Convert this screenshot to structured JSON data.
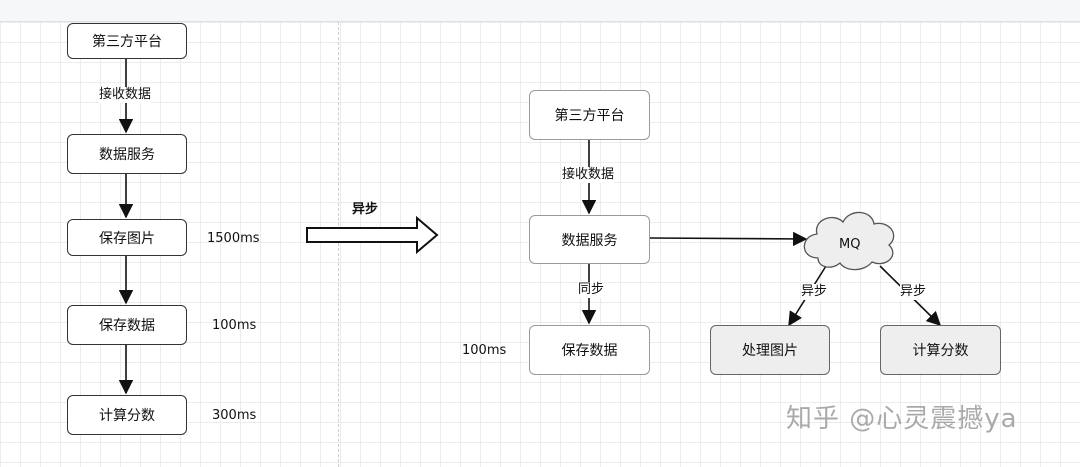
{
  "left_flow": {
    "nodes": [
      "第三方平台",
      "数据服务",
      "保存图片",
      "保存数据",
      "计算分数"
    ],
    "edge_label": "接收数据",
    "timings": [
      "1500ms",
      "100ms",
      "300ms"
    ]
  },
  "transition_label": "异步",
  "right_flow": {
    "source": "第三方平台",
    "edge_label_receive": "接收数据",
    "service": "数据服务",
    "edge_label_sync": "同步",
    "save_data": "保存数据",
    "save_data_timing": "100ms",
    "mq": "MQ",
    "async_left": "异步",
    "async_right": "异步",
    "process_image": "处理图片",
    "calc_score": "计算分数"
  },
  "watermark": "知乎 @心灵震撼ya",
  "colors": {
    "stroke": "#111111",
    "grid": "#ececec",
    "gray_node": "#eeeeee"
  }
}
